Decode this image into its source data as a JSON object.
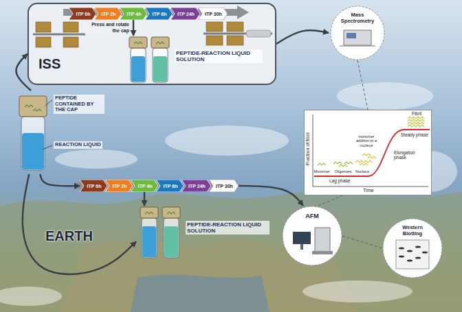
{
  "diagram": {
    "nodes": [
      {
        "text": [
          "ISS"
        ]
      },
      {
        "text": [
          "ITP 0h"
        ],
        "in": 0
      },
      {
        "text": [
          "ITP 2h"
        ],
        "in": 0
      },
      {
        "text": [
          "ITP 4h"
        ],
        "in": 0
      },
      {
        "text": [
          "ITP 6h"
        ],
        "in": 0
      },
      {
        "text": [
          "ITP 24h"
        ],
        "in": 0
      },
      {
        "text": [
          "ITP 30h"
        ],
        "in": 0
      },
      {
        "text": [
          "PEPTIDE-REACTION LIQUID SOLUTION"
        ],
        "in": 0
      },
      {
        "text": [
          "Mass Spectrometry"
        ]
      },
      {
        "text": [
          "Fraction of fibril",
          "Time",
          "Monomer",
          "Oligomers",
          "Nucleus",
          "monomer addition to a nucleus",
          "Fibril",
          "Elongation phase",
          "Steady phase",
          "Lag phase"
        ]
      },
      {
        "text": [
          "PEPTIDE CONTAINED BY THE CAP",
          "REACTION LIQUID"
        ]
      },
      {
        "text": [
          "ITP 0h"
        ]
      },
      {
        "text": [
          "ITP 2h"
        ]
      },
      {
        "text": [
          "ITP 4h"
        ]
      },
      {
        "text": [
          "ITP 6h"
        ]
      },
      {
        "text": [
          "ITP 24h"
        ]
      },
      {
        "text": [
          "ITP 30h"
        ]
      },
      {
        "text": [
          "PEPTIDE-REACTION LIQUID SOLUTION"
        ]
      },
      {
        "text": [
          "AFM"
        ]
      },
      {
        "text": [
          "Western Blotting"
        ]
      }
    ],
    "edges": [
      {
        "from": 10,
        "to": 0,
        "arrow": "to"
      },
      {
        "from": 10,
        "to": 11,
        "arrow": "to"
      },
      {
        "from": 10,
        "to": 17,
        "arrow": "to"
      },
      {
        "from": 3,
        "to": 7,
        "label": "Press and rotate the cap",
        "arrow": "to"
      },
      {
        "from": 13,
        "to": 17,
        "arrow": "to"
      },
      {
        "from": 0,
        "to": 8,
        "arrow": "to"
      },
      {
        "from": 8,
        "to": 9,
        "arrow": "none"
      },
      {
        "from": 16,
        "to": 18,
        "arrow": "to"
      },
      {
        "from": 18,
        "to": 9,
        "arrow": "none"
      },
      {
        "from": 18,
        "to": 19,
        "arrow": "none"
      }
    ],
    "labels": [
      "EARTH"
    ]
  }
}
